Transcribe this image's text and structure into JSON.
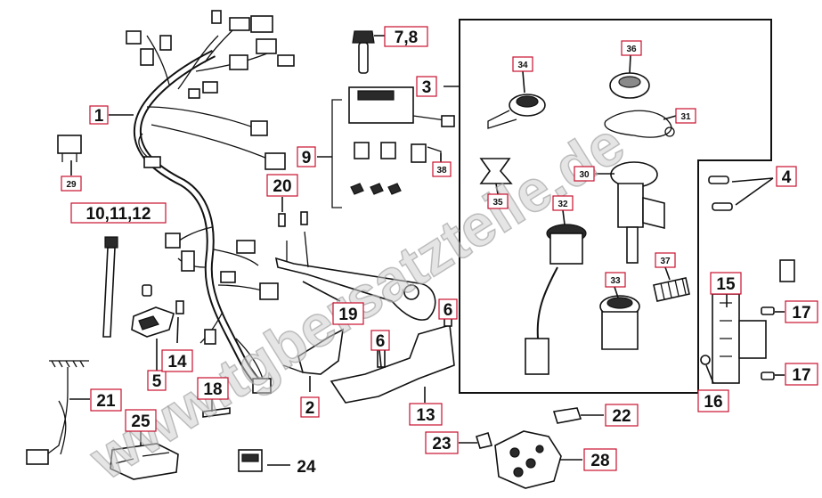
{
  "watermark": "www.tgbersatzteile.de",
  "labels": {
    "l1": "1",
    "l2": "2",
    "l3": "3",
    "l4": "4",
    "l5": "5",
    "l6a": "6",
    "l6b": "6",
    "l78": "7,8",
    "l9": "9",
    "l101112": "10,11,12",
    "l13": "13",
    "l14": "14",
    "l15": "15",
    "l16": "16",
    "l17a": "17",
    "l17b": "17",
    "l18": "18",
    "l19": "19",
    "l20": "20",
    "l21": "21",
    "l22": "22",
    "l23": "23",
    "l24": "24",
    "l25": "25",
    "l28": "28",
    "l29": "29",
    "l30": "30",
    "l31": "31",
    "l32": "32",
    "l33": "33",
    "l34": "34",
    "l35": "35",
    "l36": "36",
    "l37": "37",
    "l38": "38"
  },
  "colors": {
    "label_box_border": "#c8102e",
    "lines": "#111111",
    "watermark": "#cfcfcf"
  }
}
